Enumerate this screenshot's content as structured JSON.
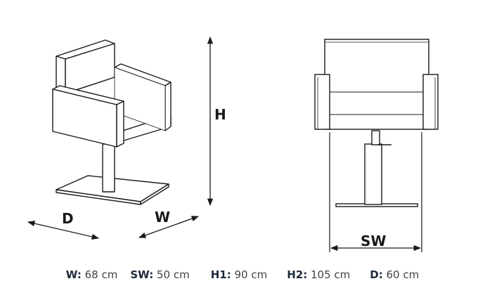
{
  "labels": {
    "height": "H",
    "depth": "D",
    "width": "W",
    "seat_width": "SW"
  },
  "specs": [
    {
      "key": "W:",
      "value": "68 cm"
    },
    {
      "key": "SW:",
      "value": "50 cm"
    },
    {
      "key": "H1:",
      "value": "90 cm"
    },
    {
      "key": "H2:",
      "value": "105 cm"
    },
    {
      "key": "D:",
      "value": "60 cm"
    }
  ],
  "colors": {
    "line": "#1a1a1a",
    "chair_fill": "#ffffff",
    "text": "#444444"
  }
}
